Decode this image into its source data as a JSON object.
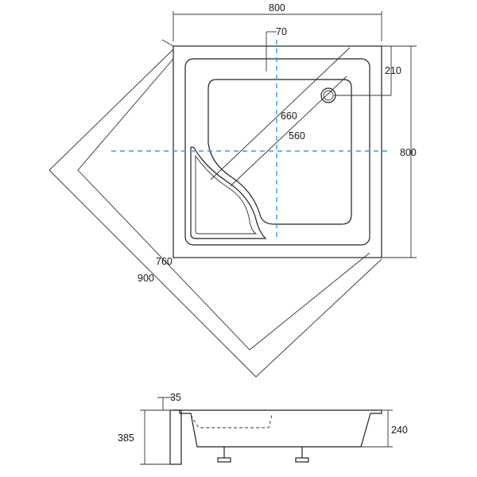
{
  "top_view": {
    "width_label": "800",
    "drain_offset_label": "70",
    "drain_distance_label": "210",
    "height_label": "800",
    "inner_diagonal_label": "660",
    "inner_diagonal2_label": "560",
    "diagonal_inner_label": "760",
    "diagonal_outer_label": "900"
  },
  "side_view": {
    "rim_label": "35",
    "total_height_label": "385",
    "tray_height_label": "240"
  },
  "colors": {
    "line": "#222222",
    "axis": "#29a3e0"
  }
}
